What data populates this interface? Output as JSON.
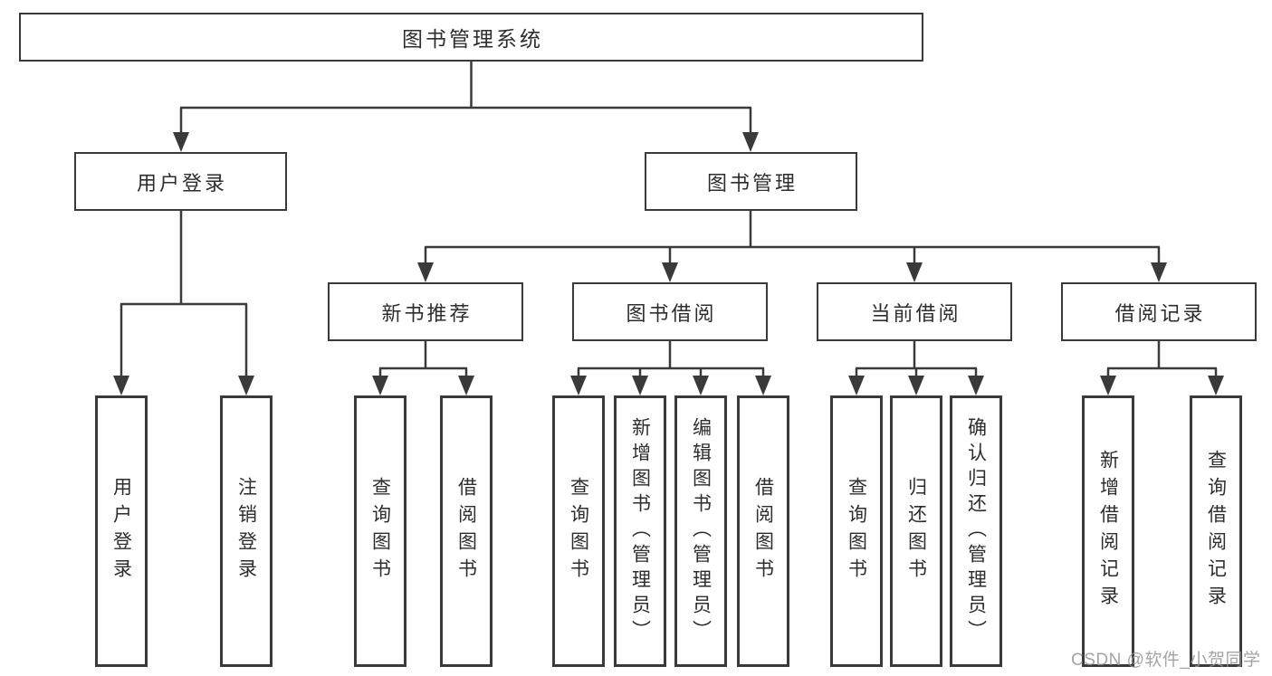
{
  "diagram": {
    "title": "图书管理系统",
    "watermark": "CSDN @软件_小贺同学",
    "colors": {
      "background": "#ffffff",
      "box_border": "#3a3a3a",
      "connector_line": "#3a3a3a",
      "text": "#2d2d2d",
      "watermark_text": "#949494"
    },
    "nodes": {
      "root": {
        "label": "图书管理系统"
      },
      "user_login": {
        "label": "用户登录"
      },
      "book_management": {
        "label": "图书管理"
      },
      "new_book_recommend": {
        "label": "新书推荐"
      },
      "book_borrow": {
        "label": "图书借阅"
      },
      "current_borrow": {
        "label": "当前借阅"
      },
      "borrow_records": {
        "label": "借阅记录"
      },
      "leaf_user_login": {
        "label": "用户登录"
      },
      "leaf_logout": {
        "label": "注销登录"
      },
      "leaf_query_books_1": {
        "label": "查询图书"
      },
      "leaf_borrow_books_1": {
        "label": "借阅图书"
      },
      "leaf_query_books_2": {
        "label": "查询图书"
      },
      "leaf_add_books": {
        "label": "新增图书（管理员）"
      },
      "leaf_edit_books": {
        "label": "编辑图书（管理员）"
      },
      "leaf_borrow_books_2": {
        "label": "借阅图书"
      },
      "leaf_query_books_3": {
        "label": "查询图书"
      },
      "leaf_return_books": {
        "label": "归还图书"
      },
      "leaf_confirm_return": {
        "label": "确认归还（管理员）"
      },
      "leaf_add_record": {
        "label": "新增借阅记录"
      },
      "leaf_query_record": {
        "label": "查询借阅记录"
      }
    }
  }
}
